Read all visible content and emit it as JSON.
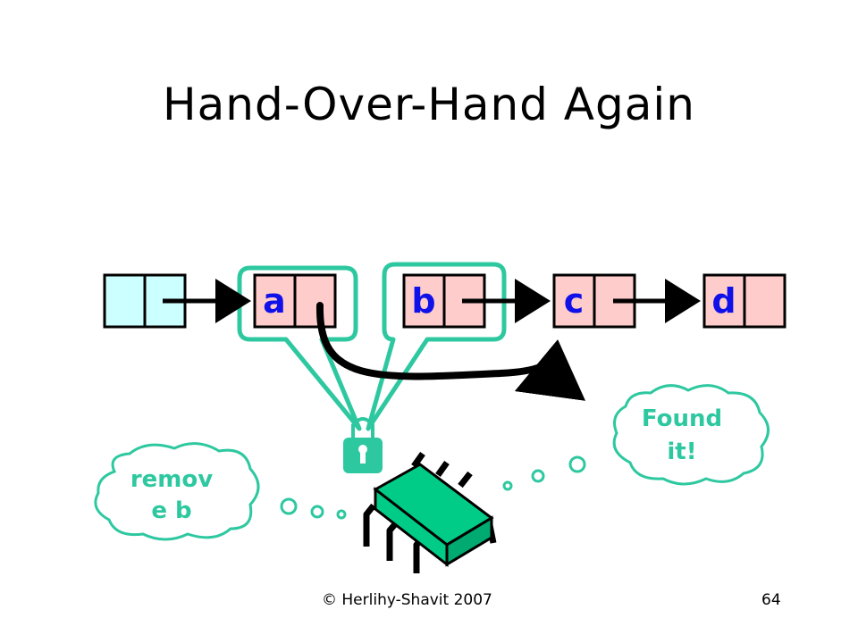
{
  "title": "Hand-Over-Hand Again",
  "nodes": [
    {
      "label": ""
    },
    {
      "label": "a"
    },
    {
      "label": "b"
    },
    {
      "label": "c"
    },
    {
      "label": "d"
    }
  ],
  "thoughts": {
    "remove": {
      "line1": "remov",
      "line2": "e b"
    },
    "found": {
      "line1": "Found",
      "line2": "it!"
    }
  },
  "footer": {
    "copyright": "© Herlihy-Shavit 2007",
    "page_number": "64"
  },
  "colors": {
    "sentinel_fill": "#ccffff",
    "node_fill": "#ffcccc",
    "lock_color": "#2ec8a0",
    "letter_color": "#1010e8",
    "thread_body": "#00cc88"
  },
  "icons": [
    "padlock-icon",
    "thread-chip-icon"
  ]
}
